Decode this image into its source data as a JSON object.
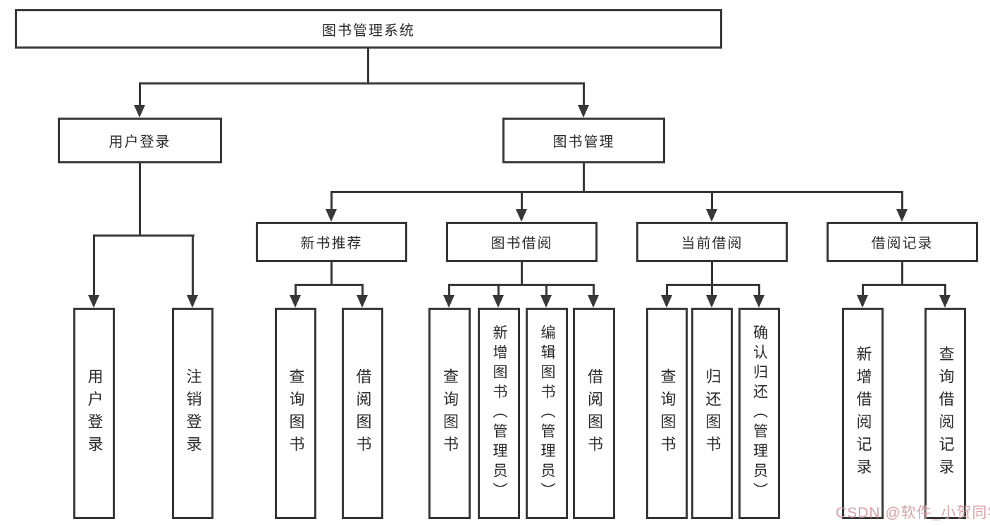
{
  "diagram_title": "图书管理系统",
  "colors": {
    "line": "#383838",
    "box_border": "#383838",
    "box_background": "#ffffff",
    "watermark": "#d69aa2"
  },
  "nodes": {
    "root": {
      "label": "图书管理系统"
    },
    "user_login": {
      "label": "用户登录"
    },
    "book_mgmt": {
      "label": "图书管理"
    },
    "new_book_rec": {
      "label": "新书推荐"
    },
    "book_borrow": {
      "label": "图书借阅"
    },
    "current_borrow": {
      "label": "当前借阅"
    },
    "borrow_records": {
      "label": "借阅记录"
    },
    "leaves": {
      "login": "用户登录",
      "logout": "注销登录",
      "rec_query_book": "查询图书",
      "rec_borrow_book": "借阅图书",
      "bor_query_book": "查询图书",
      "bor_add_book": "新增图书（管理员）",
      "bor_edit_book": "编辑图书（管理员）",
      "bor_borrow_book": "借阅图书",
      "cur_query_book": "查询图书",
      "cur_return_book": "归还图书",
      "cur_confirm_return": "确认归还（管理员）",
      "log_add_record": "新增借阅记录",
      "log_query_record": "查询借阅记录"
    }
  },
  "hierarchy": {
    "图书管理系统": {
      "用户登录": [
        "用户登录",
        "注销登录"
      ],
      "图书管理": {
        "新书推荐": [
          "查询图书",
          "借阅图书"
        ],
        "图书借阅": [
          "查询图书",
          "新增图书（管理员）",
          "编辑图书（管理员）",
          "借阅图书"
        ],
        "当前借阅": [
          "查询图书",
          "归还图书",
          "确认归还（管理员）"
        ],
        "借阅记录": [
          "新增借阅记录",
          "查询借阅记录"
        ]
      }
    }
  },
  "watermark": {
    "text": "CSDN @软件_小贺同学"
  }
}
